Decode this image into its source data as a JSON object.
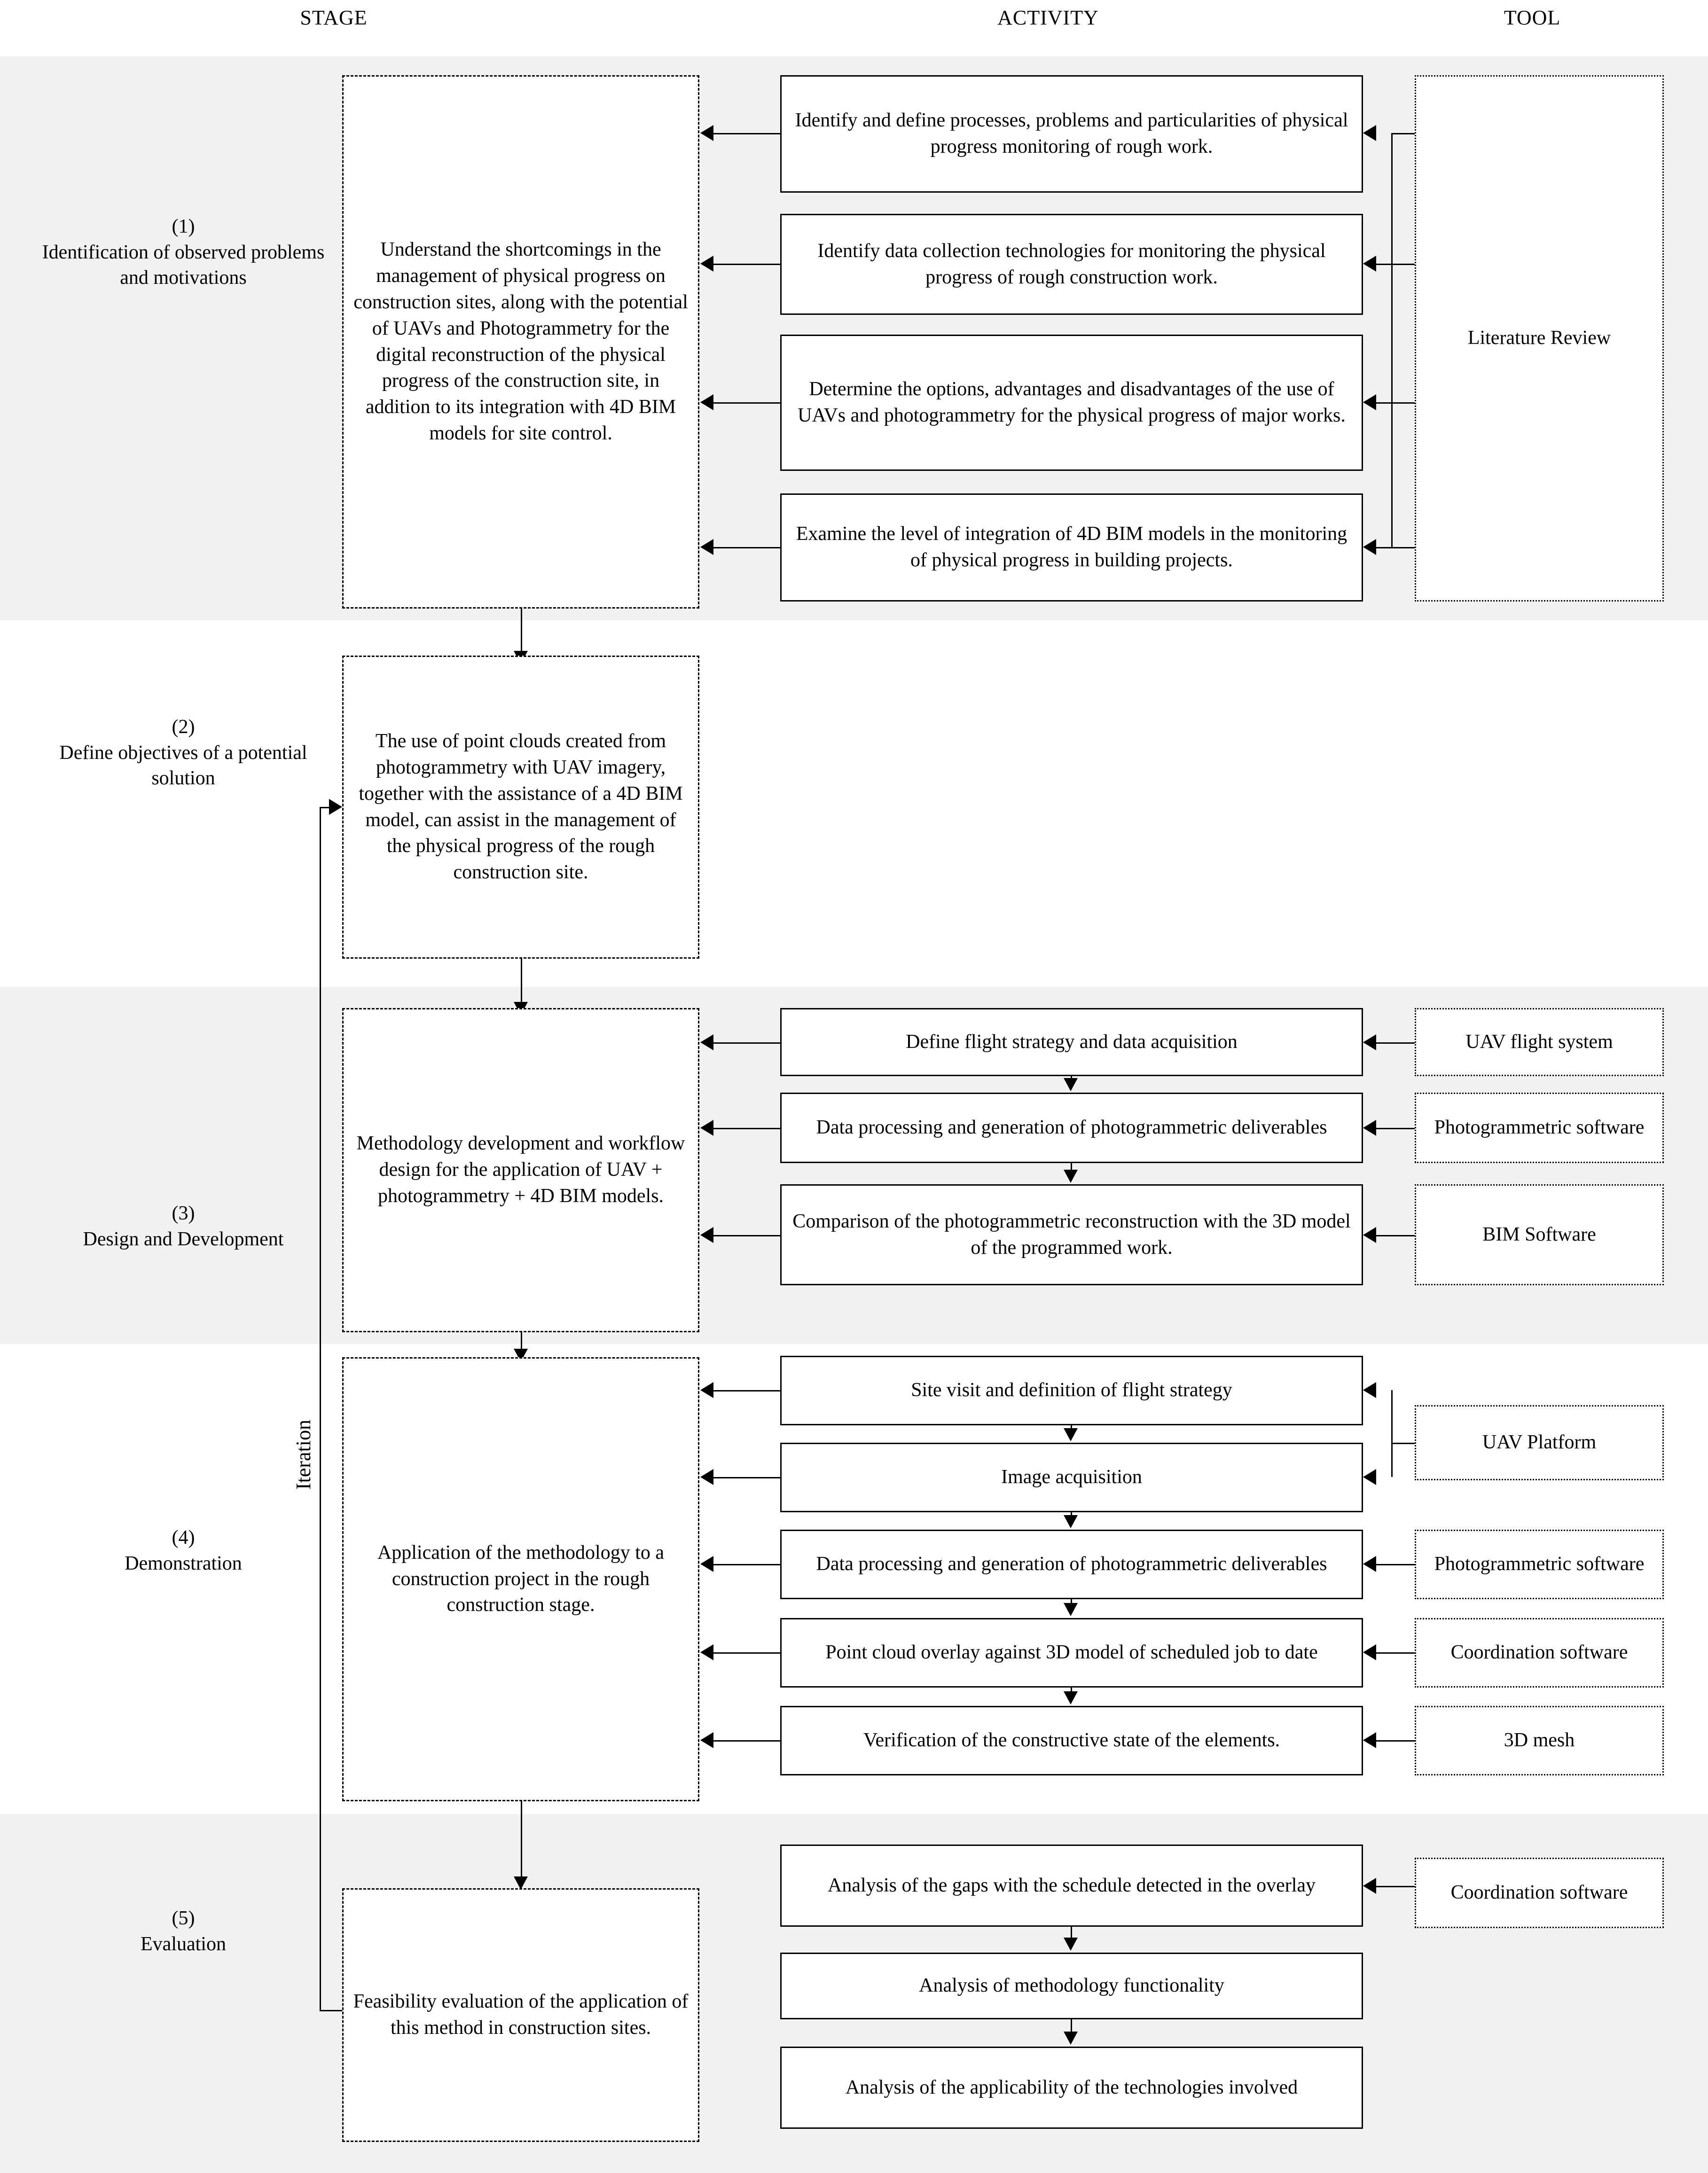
{
  "headers": {
    "stage": "STAGE",
    "activity": "ACTIVITY",
    "tool": "TOOL"
  },
  "iteration_label": "Iteration",
  "stages": [
    {
      "number": "(1)",
      "name": "Identification of observed problems and motivations",
      "statement": "Understand the shortcomings in the management of physical progress on construction sites, along with the potential of UAVs and Photogrammetry for the digital reconstruction of the physical progress of the construction site, in addition to its integration with 4D BIM models for site control.",
      "activities": [
        "Identify and define processes, problems and particularities of physical progress monitoring of rough work.",
        "Identify data collection technologies for monitoring the physical progress of rough construction work.",
        "Determine the options, advantages and disadvantages of the use of UAVs and photogrammetry for the physical progress of major works.",
        "Examine the level of integration of 4D BIM models in the monitoring of physical progress in building projects."
      ],
      "tools": [
        "Literature Review"
      ]
    },
    {
      "number": "(2)",
      "name": "Define objectives of a potential solution",
      "statement": "The use of point clouds created from photogrammetry with UAV imagery, together with the assistance of a 4D BIM model, can assist in the management of the physical progress of the rough construction site.",
      "activities": [],
      "tools": []
    },
    {
      "number": "(3)",
      "name": "Design and Development",
      "statement": "Methodology development and workflow design for the application of UAV + photogrammetry + 4D BIM models.",
      "activities": [
        "Define flight strategy and data acquisition",
        "Data processing and generation of photogrammetric deliverables",
        "Comparison of the photogrammetric reconstruction with the 3D model of the programmed work."
      ],
      "tools": [
        "UAV flight system",
        "Photogrammetric software",
        "BIM Software"
      ]
    },
    {
      "number": "(4)",
      "name": "Demonstration",
      "statement": "Application of the methodology to a construction project in the rough construction stage.",
      "activities": [
        "Site visit and definition of flight strategy",
        "Image acquisition",
        "Data processing and generation of photogrammetric deliverables",
        "Point cloud overlay against 3D model of scheduled job to date",
        "Verification of the constructive state of the elements."
      ],
      "tools": [
        "UAV Platform",
        "Photogrammetric software",
        "Coordination software",
        "3D mesh"
      ]
    },
    {
      "number": "(5)",
      "name": "Evaluation",
      "statement": "Feasibility evaluation of the application of this method in construction sites.",
      "activities": [
        "Analysis of the gaps with the schedule detected in the overlay",
        "Analysis of methodology functionality",
        "Analysis of the applicability of the technologies involved"
      ],
      "tools": [
        "Coordination software"
      ]
    }
  ],
  "colors": {
    "band_shaded": "#f1f1f1",
    "band_plain": "#ffffff",
    "line": "#000000",
    "text": "#000000"
  }
}
